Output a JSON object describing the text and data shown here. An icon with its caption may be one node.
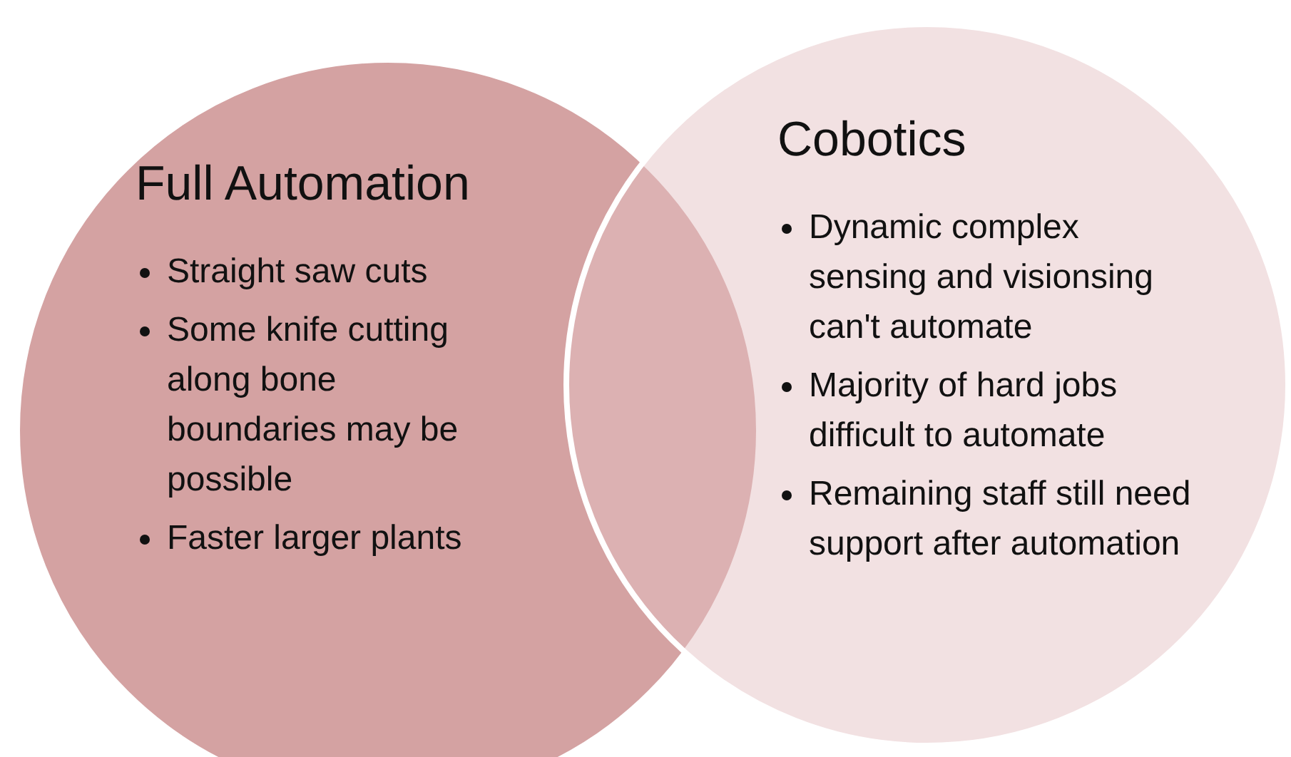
{
  "diagram": {
    "nodes": [
      {
        "text": [
          "Full Automation",
          "Straight saw cuts",
          "Some knife cutting along bone boundaries may be possible",
          "Faster larger plants"
        ]
      },
      {
        "text": [
          "Cobotics",
          "Dynamic complex sensing and visionsing can't automate",
          "Majority of hard jobs difficult to automate",
          "Remaining staff still need support after automation"
        ]
      }
    ]
  }
}
